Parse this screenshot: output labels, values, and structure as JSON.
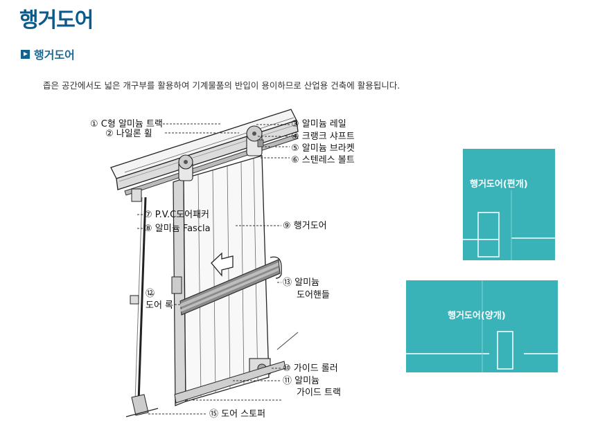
{
  "page": {
    "title": "행거도어"
  },
  "section": {
    "title": "행거도어",
    "description": "좁은 공간에서도 넓은 개구부를 활용하여 기계물품의 반입이 용이하므로 산업용 건축에 활용됩니다."
  },
  "diagram": {
    "labels": {
      "l1": "① C형 알미늄 트랙",
      "l2": "② 나일론 휠",
      "l3": "③ 알미늄 레일",
      "l4": "④ 크랭크 샤프트",
      "l5": "⑤ 알미늄 브라켓",
      "l6": "⑥ 스텐레스 볼트",
      "l7": "⑦ P.V.C도어패커",
      "l8": "⑧ 알미늄 Fascla",
      "l9": "⑨ 행거도어",
      "l12a": "⑫",
      "l12b": "도어 록",
      "l13a": "⑬ 알미늄",
      "l13b": "도어핸들",
      "l10": "⑩ 가이드 롤러",
      "l11a": "⑪ 알미늄",
      "l11b": "가이드 트랙",
      "l15": "⑮ 도어 스토퍼"
    }
  },
  "panels": {
    "single": {
      "label": "행거도어(편개)"
    },
    "double": {
      "label": "행거도어(양개)"
    }
  },
  "colors": {
    "title": "#0a5a8c",
    "panel": "#3ab3b8",
    "marker": "#12638f"
  }
}
